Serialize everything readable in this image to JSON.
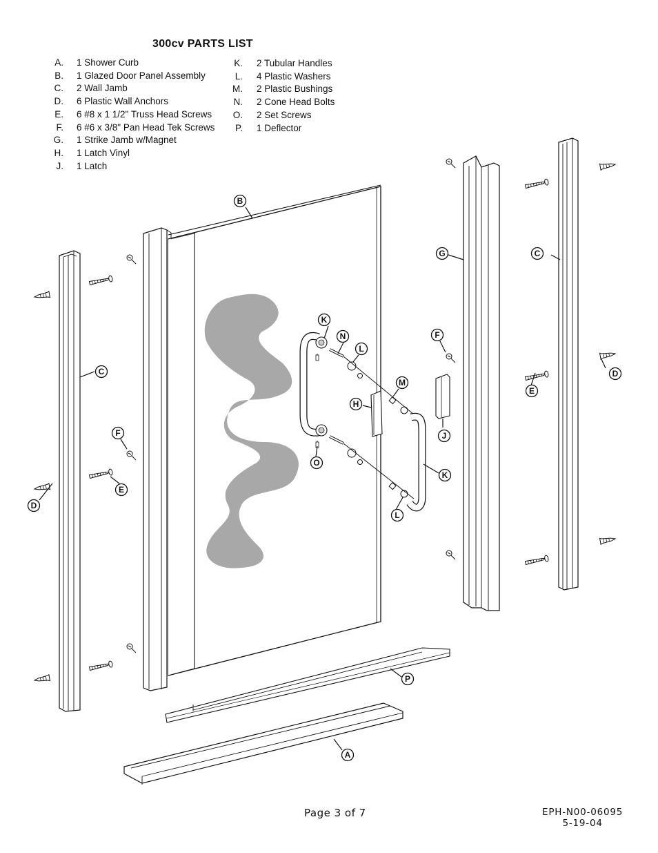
{
  "parts_list": {
    "title": "300cv PARTS LIST",
    "column1": [
      {
        "letter": "A.",
        "text": "1  Shower Curb"
      },
      {
        "letter": "B.",
        "text": "1  Glazed Door Panel Assembly"
      },
      {
        "letter": "C.",
        "text": "2  Wall Jamb"
      },
      {
        "letter": "D.",
        "text": "6  Plastic Wall Anchors"
      },
      {
        "letter": "E.",
        "text": "6  #8 x 1 1/2\" Truss Head Screws"
      },
      {
        "letter": "F.",
        "text": "6  #6 x 3/8\" Pan Head Tek Screws"
      },
      {
        "letter": "G.",
        "text": "1  Strike Jamb w/Magnet"
      },
      {
        "letter": "H.",
        "text": "1  Latch Vinyl"
      },
      {
        "letter": "J.",
        "text": "1  Latch"
      }
    ],
    "column2": [
      {
        "letter": "K.",
        "text": "2  Tubular Handles"
      },
      {
        "letter": "L.",
        "text": "4  Plastic Washers"
      },
      {
        "letter": "M.",
        "text": "2  Plastic Bushings"
      },
      {
        "letter": "N.",
        "text": "2  Cone Head Bolts"
      },
      {
        "letter": "O.",
        "text": "2  Set Screws"
      },
      {
        "letter": "P.",
        "text": "1  Deflector"
      }
    ]
  },
  "callouts": {
    "a": "A",
    "b": "B",
    "c_left": "C",
    "c_right": "C",
    "d_left": "D",
    "d_right": "D",
    "e_left": "E",
    "e_right": "E",
    "f_left": "F",
    "f_right": "F",
    "g": "G",
    "h": "H",
    "j": "J",
    "k_top": "K",
    "k_bottom": "K",
    "l_top": "L",
    "l_bottom": "L",
    "m": "M",
    "n": "N",
    "o": "O",
    "p": "P"
  },
  "footer": {
    "page": "Page 3 of 7",
    "doc_number": "EPH-N00-06095",
    "date": "5-19-04"
  }
}
